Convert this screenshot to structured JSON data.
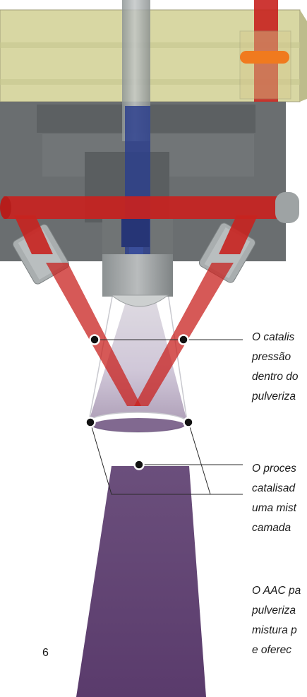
{
  "callouts": [
    {
      "lines": [
        "O catalis",
        "pressão",
        "dentro do",
        "pulveriza"
      ]
    },
    {
      "lines": [
        "O proces",
        "catalisad",
        "uma mist",
        "camada"
      ]
    },
    {
      "lines": [
        "O AAC pa",
        "pulveriza",
        "mistura p",
        "e oferec"
      ]
    }
  ],
  "page_number": "6",
  "colors": {
    "resin_spray": "#5b3d6d",
    "catalyst_line": "#c8221f",
    "fluid_passage": "#2d3f8c",
    "housing": "#6a6e70",
    "top_block": "#d8d7a3",
    "ring": "#f07a1e"
  }
}
